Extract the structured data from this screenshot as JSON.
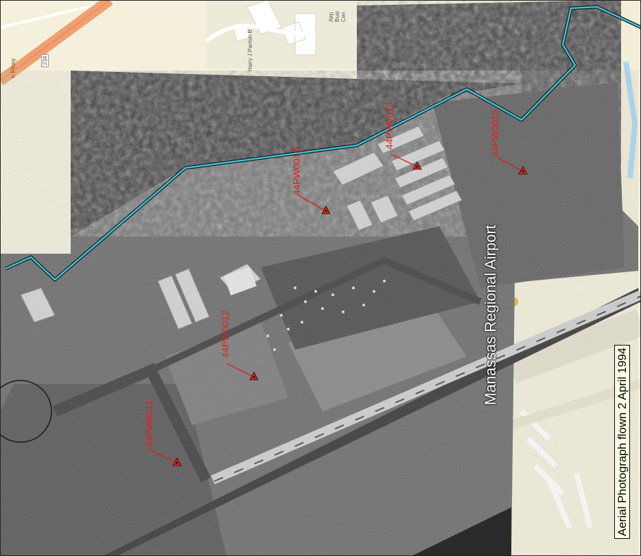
{
  "map": {
    "photo_caption": "Aerial Photograph flown 2 April 1994",
    "airport_name": "Manassas Regional Airport",
    "sites": [
      {
        "id": "44PW0011"
      },
      {
        "id": "44PW0012"
      },
      {
        "id": "44PW0013"
      },
      {
        "id": "44PW0014"
      },
      {
        "id": "44PW0015"
      }
    ],
    "basemap": {
      "road_labels": [
        "Harry J Parrish B",
        "234",
        "n Pkwy"
      ],
      "area_label": "Airp\nBusi\nCen"
    },
    "colors": {
      "site_marker": "#e0201c",
      "boundary_line": "#3ec4d8",
      "basemap_bg": "#f5f0dc",
      "basemap_road": "#ffffff",
      "parkway": "#f0a070"
    }
  }
}
